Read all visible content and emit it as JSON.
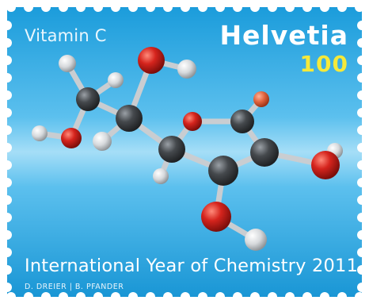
{
  "stamp": {
    "subject": "Vitamin C",
    "country": "Helvetia",
    "value": "100",
    "caption": "International Year of Chemistry 2011",
    "credits": "D. DREIER | B. PFANDER"
  },
  "colors": {
    "background_top": "#1fa2de",
    "background_middle": "#8fd6f6",
    "background_bottom": "#1b9ad8",
    "value_text": "#f5e93a",
    "carbon_atom": "#3a3d40",
    "oxygen_atom": "#d3201c",
    "hydrogen_atom": "#e4e6e8",
    "bond": "#c8ccd0"
  },
  "icons": {
    "molecule": "ascorbic-acid-ball-and-stick-model"
  }
}
